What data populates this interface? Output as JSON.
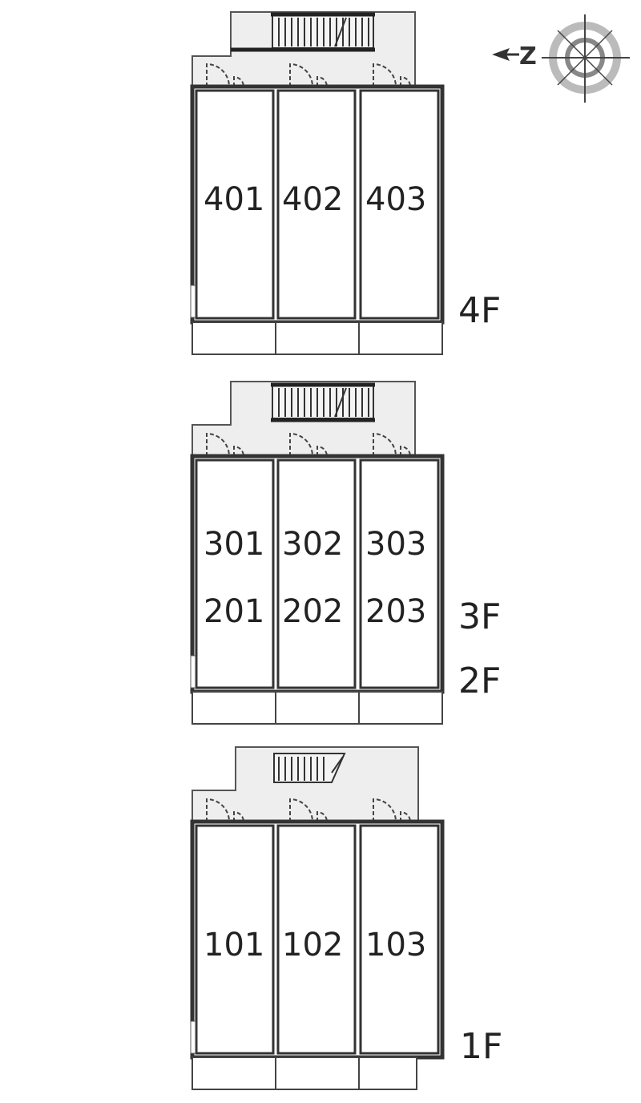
{
  "floors": {
    "top": {
      "label": "4F",
      "units": [
        "401",
        "402",
        "403"
      ]
    },
    "middle": {
      "labels": [
        "3F",
        "2F"
      ],
      "units_upper": [
        "301",
        "302",
        "303"
      ],
      "units_lower": [
        "201",
        "202",
        "203"
      ]
    },
    "bottom": {
      "label": "1F",
      "units": [
        "101",
        "102",
        "103"
      ]
    }
  },
  "compass": {
    "letter": "Z"
  },
  "colors": {
    "wall": "#333333",
    "corridor": "#eeeeee",
    "line": "#555555"
  }
}
